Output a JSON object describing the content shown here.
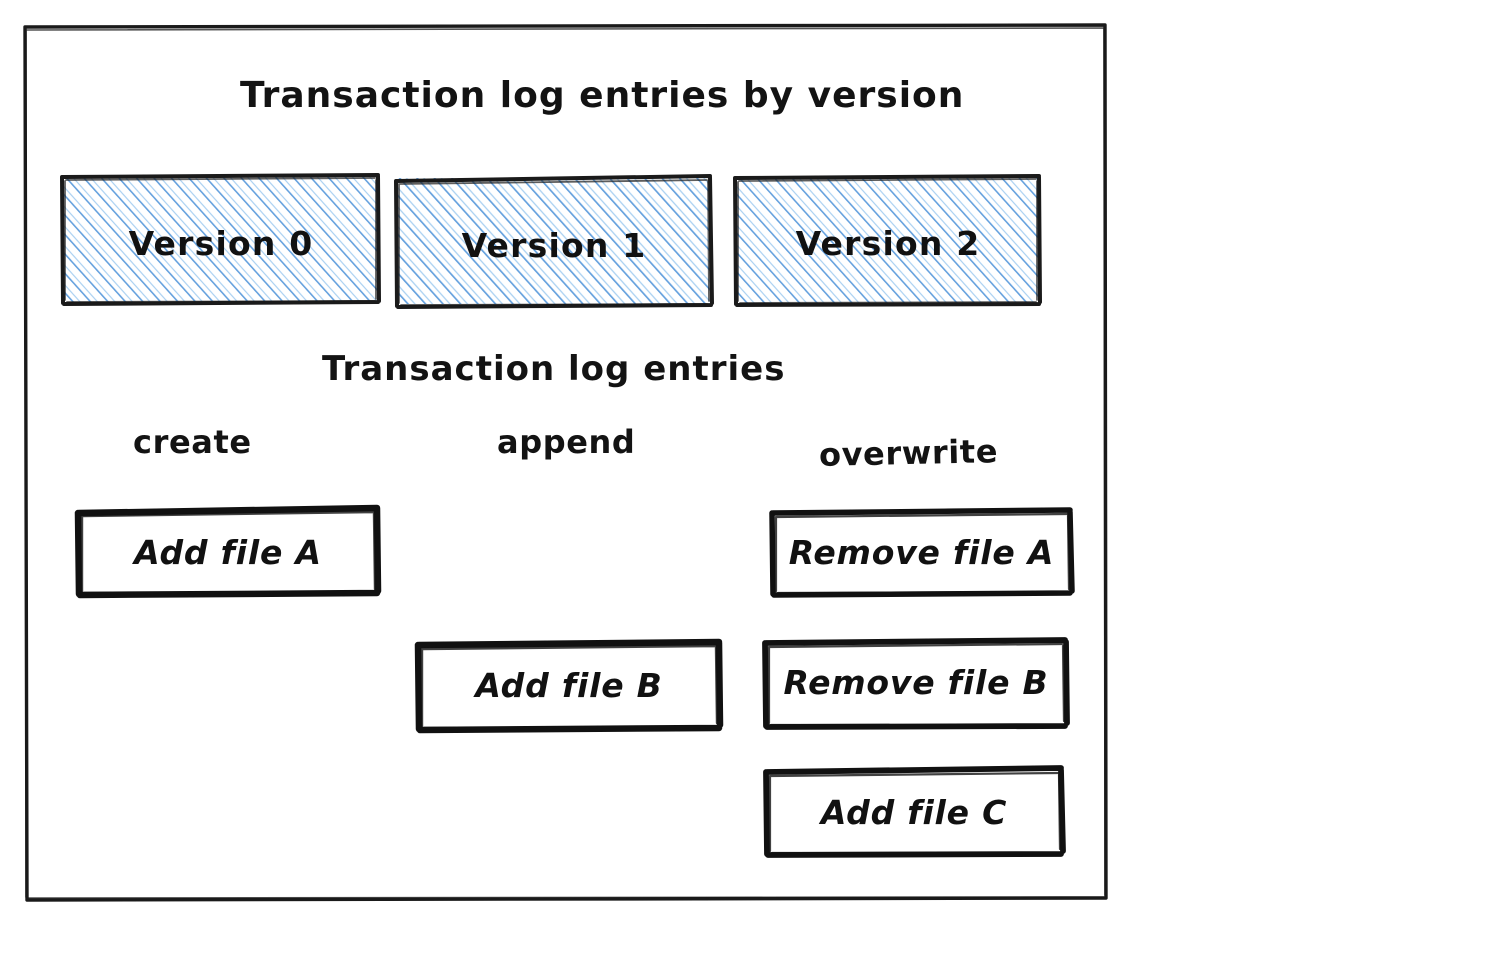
{
  "diagram": {
    "title": "Transaction log entries by version",
    "section_title": "Transaction log entries",
    "frame_color": "#1a1a1a",
    "hatch_color": "#4a90d9",
    "ink_color": "#111111",
    "background": "#ffffff"
  },
  "versions": [
    {
      "label": "Version 0"
    },
    {
      "label": "Version 1"
    },
    {
      "label": "Version 2"
    }
  ],
  "columns": [
    {
      "label": "create"
    },
    {
      "label": "append"
    },
    {
      "label": "overwrite"
    }
  ],
  "entries": {
    "create": [
      {
        "label": "Add file A"
      }
    ],
    "append": [
      {
        "label": "Add file B"
      }
    ],
    "overwrite": [
      {
        "label": "Remove file A"
      },
      {
        "label": "Remove file B"
      },
      {
        "label": "Add file C"
      }
    ]
  }
}
